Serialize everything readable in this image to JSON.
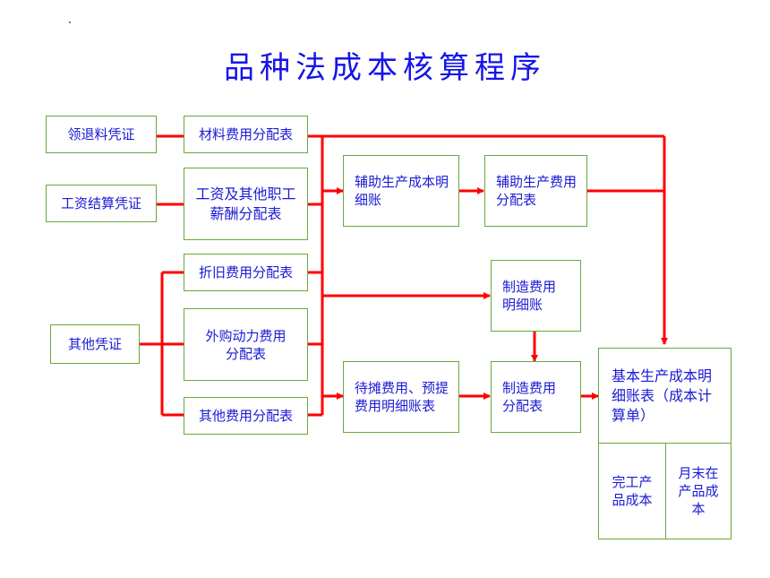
{
  "title": "品种法成本核算程序",
  "nodes": {
    "lingtui": "领退料凭证",
    "gongzi": "工资结算凭证",
    "qita_pz": "其他凭证",
    "cailiao": "材料费用分配表",
    "gongzi_fp": "工资及其他职工薪酬分配表",
    "zhejiu": "折旧费用分配表",
    "waigou": "外购动力费用分配表",
    "qita_fp": "其他费用分配表",
    "fuzhu_mx": "辅助生产成本明细账",
    "fuzhu_fp": "辅助生产费用分配表",
    "daitan": "待摊费用、预提费用明细账表",
    "zhizao_mx": "制造费用明细账",
    "zhizao_fp": "制造费用分配表",
    "jiben": "基本生产成本明细账表（成本计算单）",
    "wangong": "完工产品成本",
    "yuemo": "月末在产品成本"
  },
  "colors": {
    "title": "#1515e8",
    "text": "#1a1ad4",
    "border": "#6aa83a",
    "arrow": "#ff0000"
  }
}
